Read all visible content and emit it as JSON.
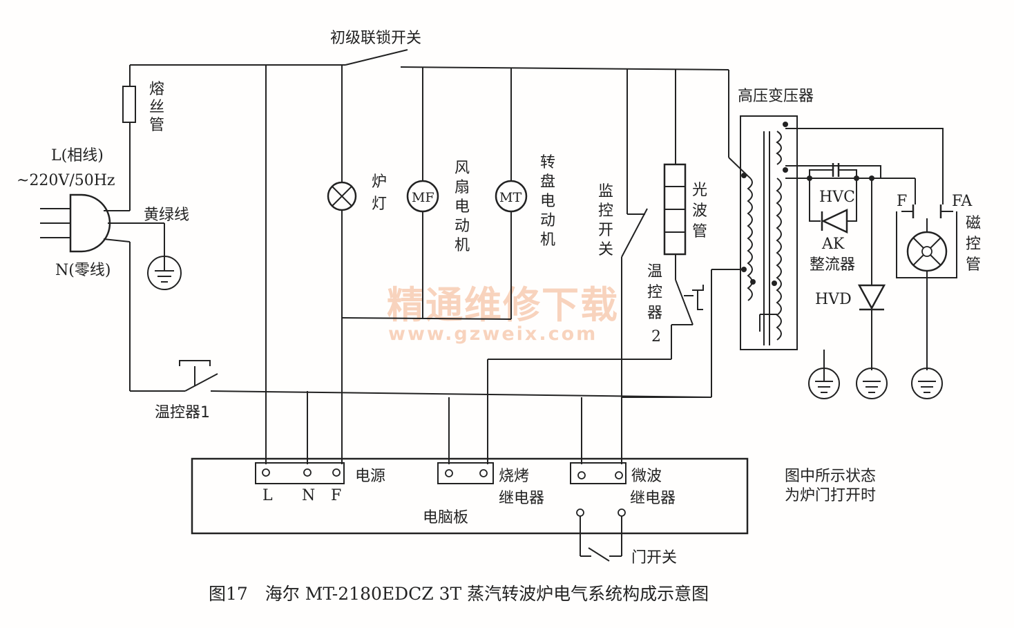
{
  "labels": {
    "primary_interlock": "初级联锁开关",
    "fuse": [
      "熔",
      "丝",
      "管"
    ],
    "phase_line": "L(相线)",
    "voltage": "~220V/50Hz",
    "neutral": "N(零线)",
    "earth_wire": "黄绿线",
    "lamp": [
      "炉",
      "灯"
    ],
    "fan_motor_symbol": "MF",
    "fan_motor": [
      "风",
      "扇",
      "电",
      "动",
      "机"
    ],
    "turntable_motor_symbol": "MT",
    "turntable_motor": [
      "转",
      "盘",
      "电",
      "动",
      "机"
    ],
    "monitor_switch": [
      "监",
      "控",
      "开",
      "关"
    ],
    "light_tube": [
      "光",
      "波",
      "管"
    ],
    "thermostat2": [
      "温",
      "控",
      "器",
      "2"
    ],
    "hv_transformer": "高压变压器",
    "hvc": "HVC",
    "ak": "AK",
    "rectifier": "整流器",
    "hvd": "HVD",
    "magnetron_f": "F",
    "magnetron_fa": "FA",
    "magnetron": [
      "磁",
      "控",
      "管"
    ],
    "thermostat1": "温控器1",
    "power": "电源",
    "term_l": "L",
    "term_n": "N",
    "term_f": "F",
    "grill_relay": [
      "烧烤",
      "继电器"
    ],
    "microwave_relay": [
      "微波",
      "继电器"
    ],
    "control_board": "电脑板",
    "door_switch": "门开关",
    "state_note": [
      "图中所示状态",
      "为炉门打开时"
    ],
    "caption": "图17　海尔 MT-2180EDCZ 3T 蒸汽转波炉电气系统构成示意图",
    "watermark_cn": "精通维修下载",
    "watermark_url": "www.gzweix.com"
  }
}
